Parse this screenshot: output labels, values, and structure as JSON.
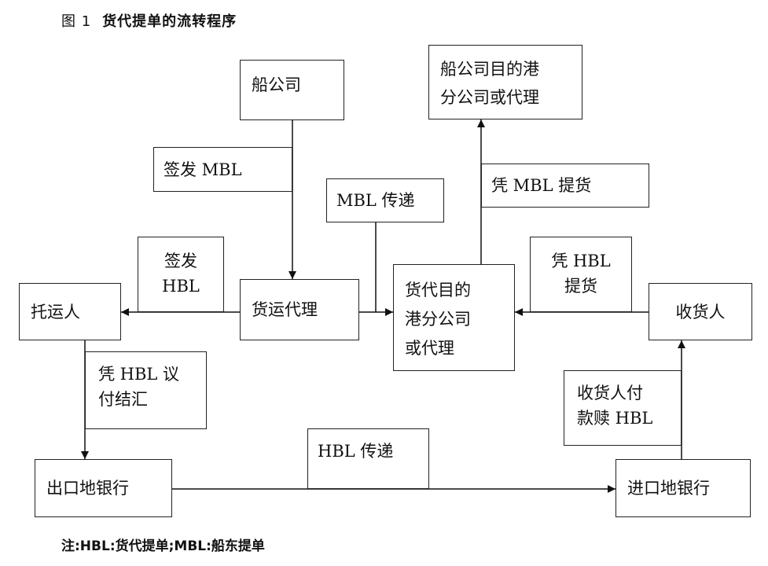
{
  "figure": {
    "caption_num": "图 1",
    "caption_title": "货代提单的流转程序",
    "note": "注:HBL:货代提单;MBL:船东提单"
  },
  "nodes": {
    "shipping_company": "船公司",
    "dest_agent": "船公司目的港\n分公司或代理",
    "forwarder": "货运代理",
    "forwarder_dest_agent": "货代目的\n港分公司\n或代理",
    "shipper": "托运人",
    "consignee": "收货人",
    "export_bank": "出口地银行",
    "import_bank": "进口地银行"
  },
  "edge_labels": {
    "issue_mbl": "签发 MBL",
    "mbl_transfer": "MBL 传递",
    "pickup_mbl": "凭 MBL 提货",
    "issue_hbl": "签发\nHBL",
    "pickup_hbl": "凭 HBL\n提货",
    "negotiate_hbl": "凭 HBL 议\n付结汇",
    "consignee_pay": "收货人付\n款赎 HBL",
    "hbl_transfer": "HBL 传递"
  }
}
